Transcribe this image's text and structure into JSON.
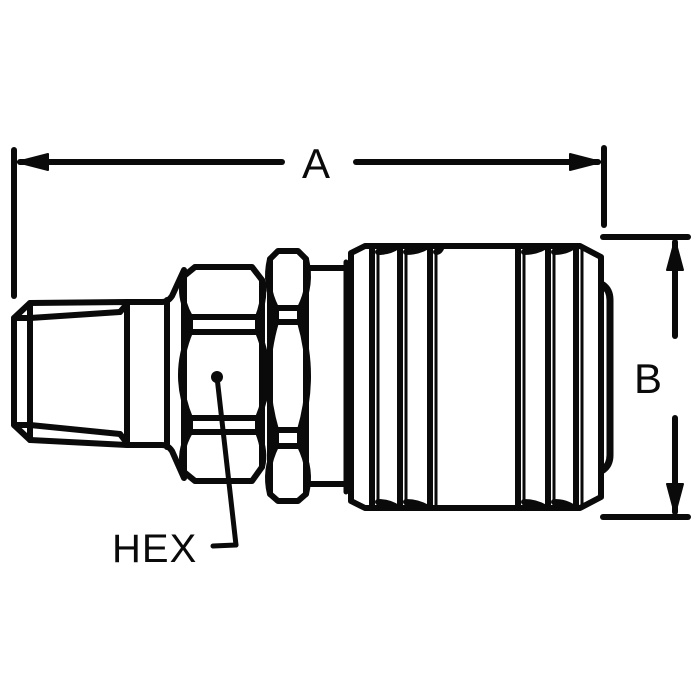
{
  "drawing": {
    "title": "Quick-connect coupler, male NPT x female socket",
    "stroke_color": "#0a0a0a",
    "background": "#ffffff"
  },
  "dimensions": {
    "a": {
      "label": "A",
      "meaning": "overall length"
    },
    "b": {
      "label": "B",
      "meaning": "body diameter"
    }
  },
  "callouts": {
    "hex": {
      "label": "HEX"
    }
  }
}
